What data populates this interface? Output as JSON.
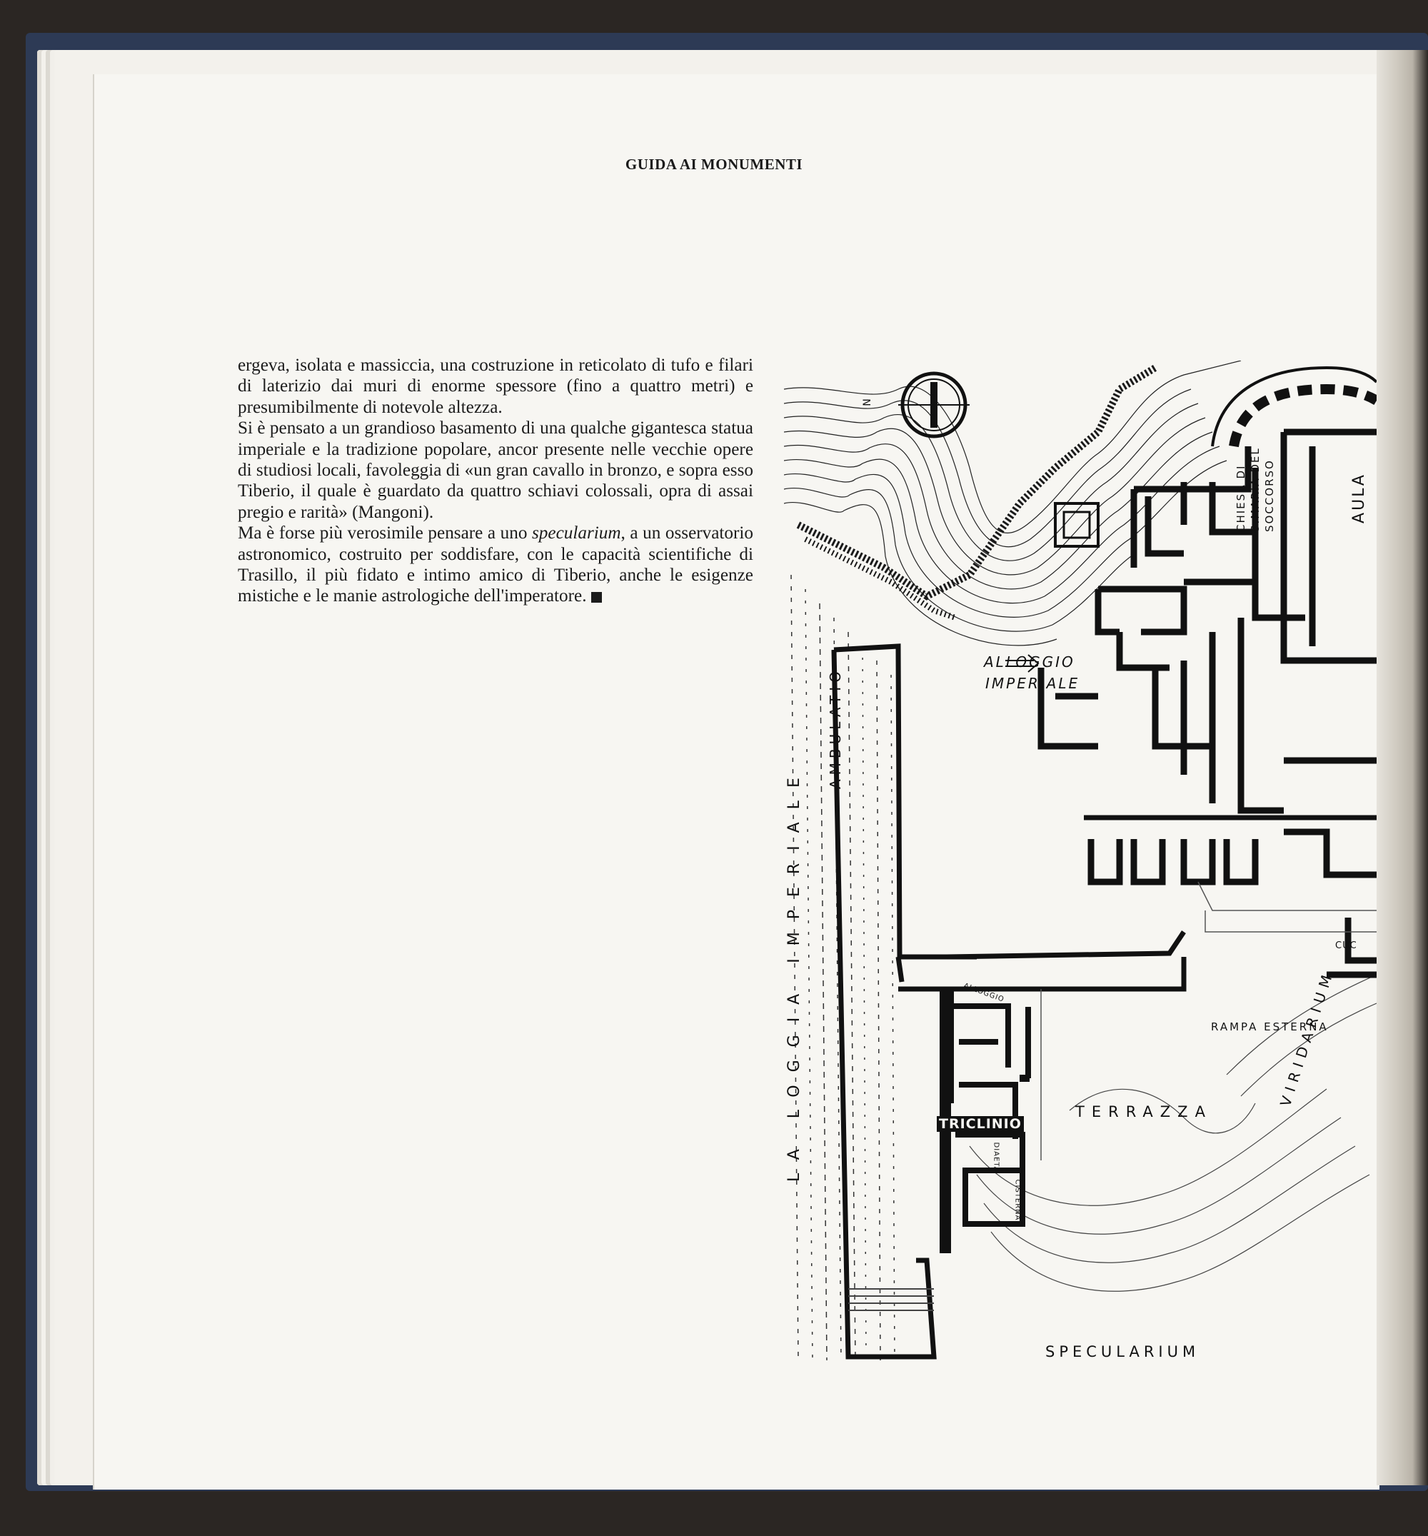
{
  "running_head": "GUIDA AI MONUMENTI",
  "body": {
    "para1": "ergeva, isolata e massiccia, una costruzione in reticolato di tufo e filari di laterizio dai muri di enorme spessore (fino a quattro metri) e presumibilmente di notevole altezza.",
    "para2": "Si è pensato a un grandioso basamento di una qualche gigantesca statua imperiale e la tradizione popolare, ancor presente nelle vecchie opere di studiosi locali, favoleggia di «un gran cavallo in bronzo, e sopra esso Tiberio, il quale è guardato da quattro schiavi colossali, opra di assai pregio e rarità» (Mangoni).",
    "para3_before": "Ma è forse più verosimile pensare a uno ",
    "para3_italic": "specularium",
    "para3_after": ", a un osservatorio astronomico, costruito per soddisfare, con le capacità scientifiche di Trasillo, il più fidato e intimo amico di Tiberio, anche le esigenze mistiche e le manie astrologiche dell'imperatore."
  },
  "plan": {
    "labels": {
      "north": "N",
      "chiesa": "CHIESA DI S.MARIA DEL SOCCORSO",
      "aula": "AULA",
      "alloggio_imperiale_1": "ALLOGGIO",
      "alloggio_imperiale_2": "IMPERIALE",
      "ambulatio": "AMBULATIO",
      "loggia": "LA LOGGIA IMPERIALE",
      "alloggio": "ALLOGGIO",
      "triclinio": "TRICLINIO",
      "diaeta": "DIAETA",
      "cisterna": "CISTERNA",
      "terrazza": "TERRAZZA",
      "rampa": "RAMPA ESTERNA",
      "viridarium": "VIRIDARIUM",
      "specularium": "SPECULARIUM",
      "cucine": "CUC"
    }
  }
}
